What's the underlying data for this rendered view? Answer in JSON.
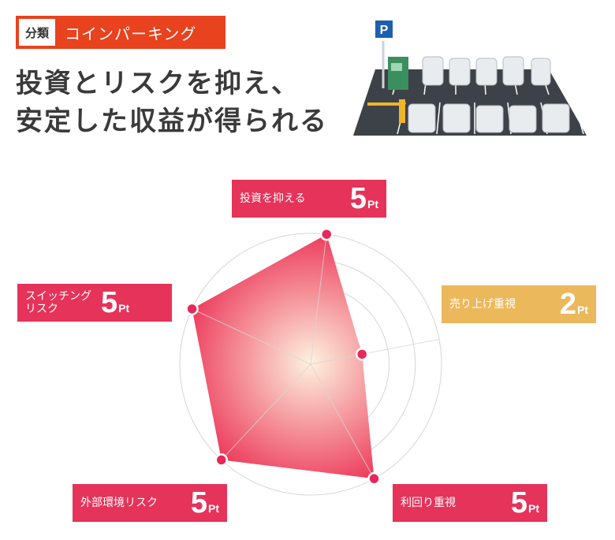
{
  "category": {
    "key": "分類",
    "value": "コインパーキング"
  },
  "headline": {
    "line1": "投資とリスクを抑え、",
    "line2": "安定した収益が得られる"
  },
  "illustration": {
    "parking_sign": "P"
  },
  "colors": {
    "accent_orange": "#e8421e",
    "score_red": "#e6335a",
    "score_gold": "#ecb85c",
    "area_outer": "#ec3557",
    "area_inner": "#fdf2df",
    "marker": "#e8285a",
    "grid": "#d6d6d6"
  },
  "chart_data": {
    "type": "radar",
    "max": 5,
    "unit": "Pt",
    "categories": [
      "投資を抑える",
      "売り上げ重視",
      "利回り重視",
      "外部環境リスク",
      "スイッチングリスク"
    ],
    "values": [
      5,
      2,
      5,
      5,
      5
    ],
    "grid": true,
    "rings": 5
  }
}
